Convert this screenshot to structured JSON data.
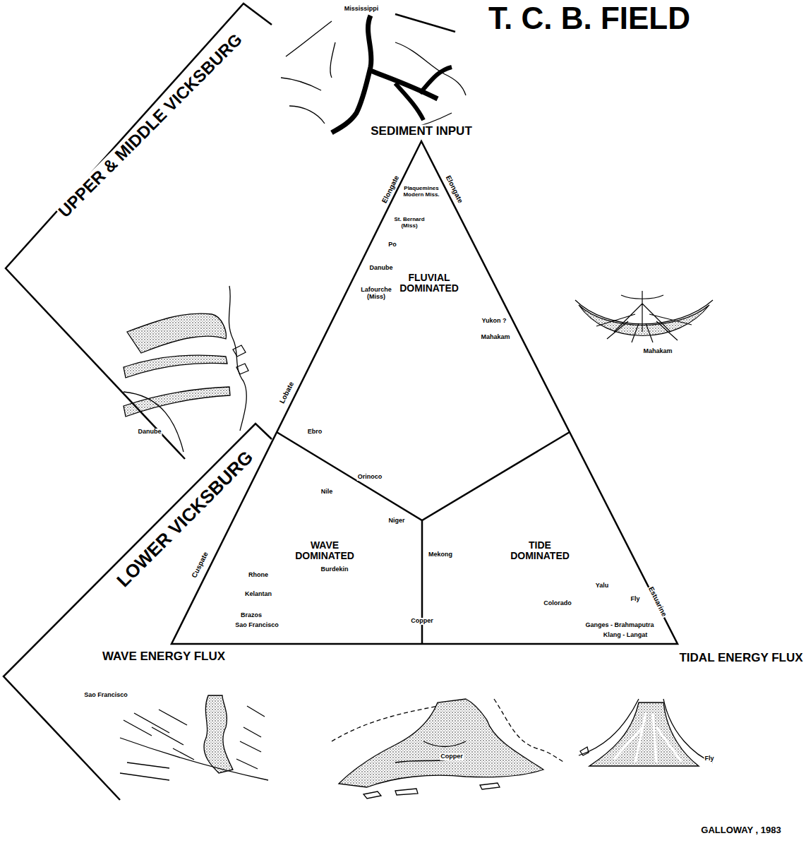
{
  "diagram": {
    "title": "T. C. B. FIELD",
    "labels": [
      "UPPER & MIDDLE VICKSBURG",
      "Mississippi",
      "SEDIMENT INPUT",
      "Elongate",
      "Elongate",
      "Plaquemines Modern Miss.",
      "St. Bernard (Miss)",
      "Po",
      "Danube",
      "Lafourche (Miss)",
      "FLUVIAL DOMINATED",
      "Yukon ?",
      "Mahakam",
      "Mahakam",
      "Danube",
      "LOWER VICKSBURG",
      "Lobate",
      "Ebro",
      "Nile",
      "Orinoco",
      "Niger",
      "WAVE DOMINATED",
      "Burdekin",
      "Mekong",
      "TIDE DOMINATED",
      "Cuspate",
      "Rhone",
      "Kelantan",
      "Brazos",
      "Sao Francisco",
      "Copper",
      "Yalu",
      "Colorado",
      "Fly",
      "Ganges - Brahmaputra",
      "Klang - Langat",
      "Estuarine",
      "WAVE ENERGY FLUX",
      "TIDAL ENERGY FLUX",
      "Sao Francisco",
      "Copper",
      "Fly",
      "GALLOWAY , 1983"
    ]
  }
}
